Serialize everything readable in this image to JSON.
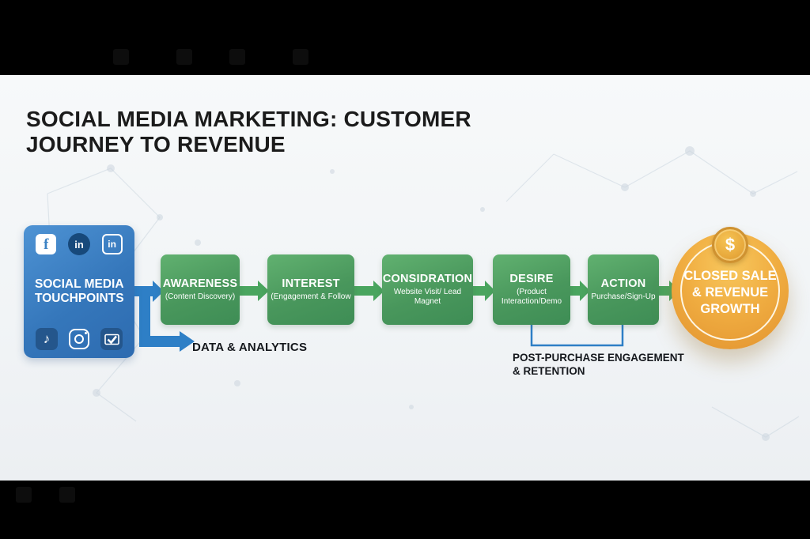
{
  "title": {
    "line1": "SOCIAL MEDIA MARKETING: CUSTOMER",
    "line2": "JOURNEY TO REVENUE"
  },
  "touchpoints": {
    "label_line1": "SOCIAL MEDIA",
    "label_line2": "TOUCHPOINTS",
    "glyphs": {
      "facebook": "f",
      "linkedin": "in",
      "tiktok": "♪"
    },
    "icons_top": [
      "facebook-icon",
      "linkedin-circle-icon",
      "linkedin-square-icon"
    ],
    "icons_bottom": [
      "tiktok-icon",
      "instagram-icon",
      "email-check-icon"
    ]
  },
  "stages": [
    {
      "name": "AWARENESS",
      "subtitle": "(Content Discovery)"
    },
    {
      "name": "INTEREST",
      "subtitle": "(Engagement & Follow"
    },
    {
      "name": "CONSIDRATION",
      "subtitle": "Website Visit/ Lead Magnet"
    },
    {
      "name": "DESIRE",
      "subtitle": "(Product Interaction/Demo"
    },
    {
      "name": "ACTION",
      "subtitle": "Purchase/Sign-Up"
    }
  ],
  "annotations": {
    "data_analytics": "DATA & ANALYTICS",
    "post_purchase_line1": "POST-PURCHASE ENGAGEMENT",
    "post_purchase_line2": "& RETENTION"
  },
  "outcome": {
    "line1": "CLOSED SALE",
    "line2": "& REVENUE",
    "line3": "GROWTH",
    "coin_symbol": "$"
  },
  "colors": {
    "stage_green": "#4a9e5f",
    "arrow_green": "#4aa55f",
    "touchpoint_blue": "#3b82c4",
    "arrow_blue": "#2e7fc6",
    "gold": "#eda53c",
    "text_dark": "#1a1a1a",
    "background": "#f3f5f6",
    "letterbox": "#000000"
  }
}
